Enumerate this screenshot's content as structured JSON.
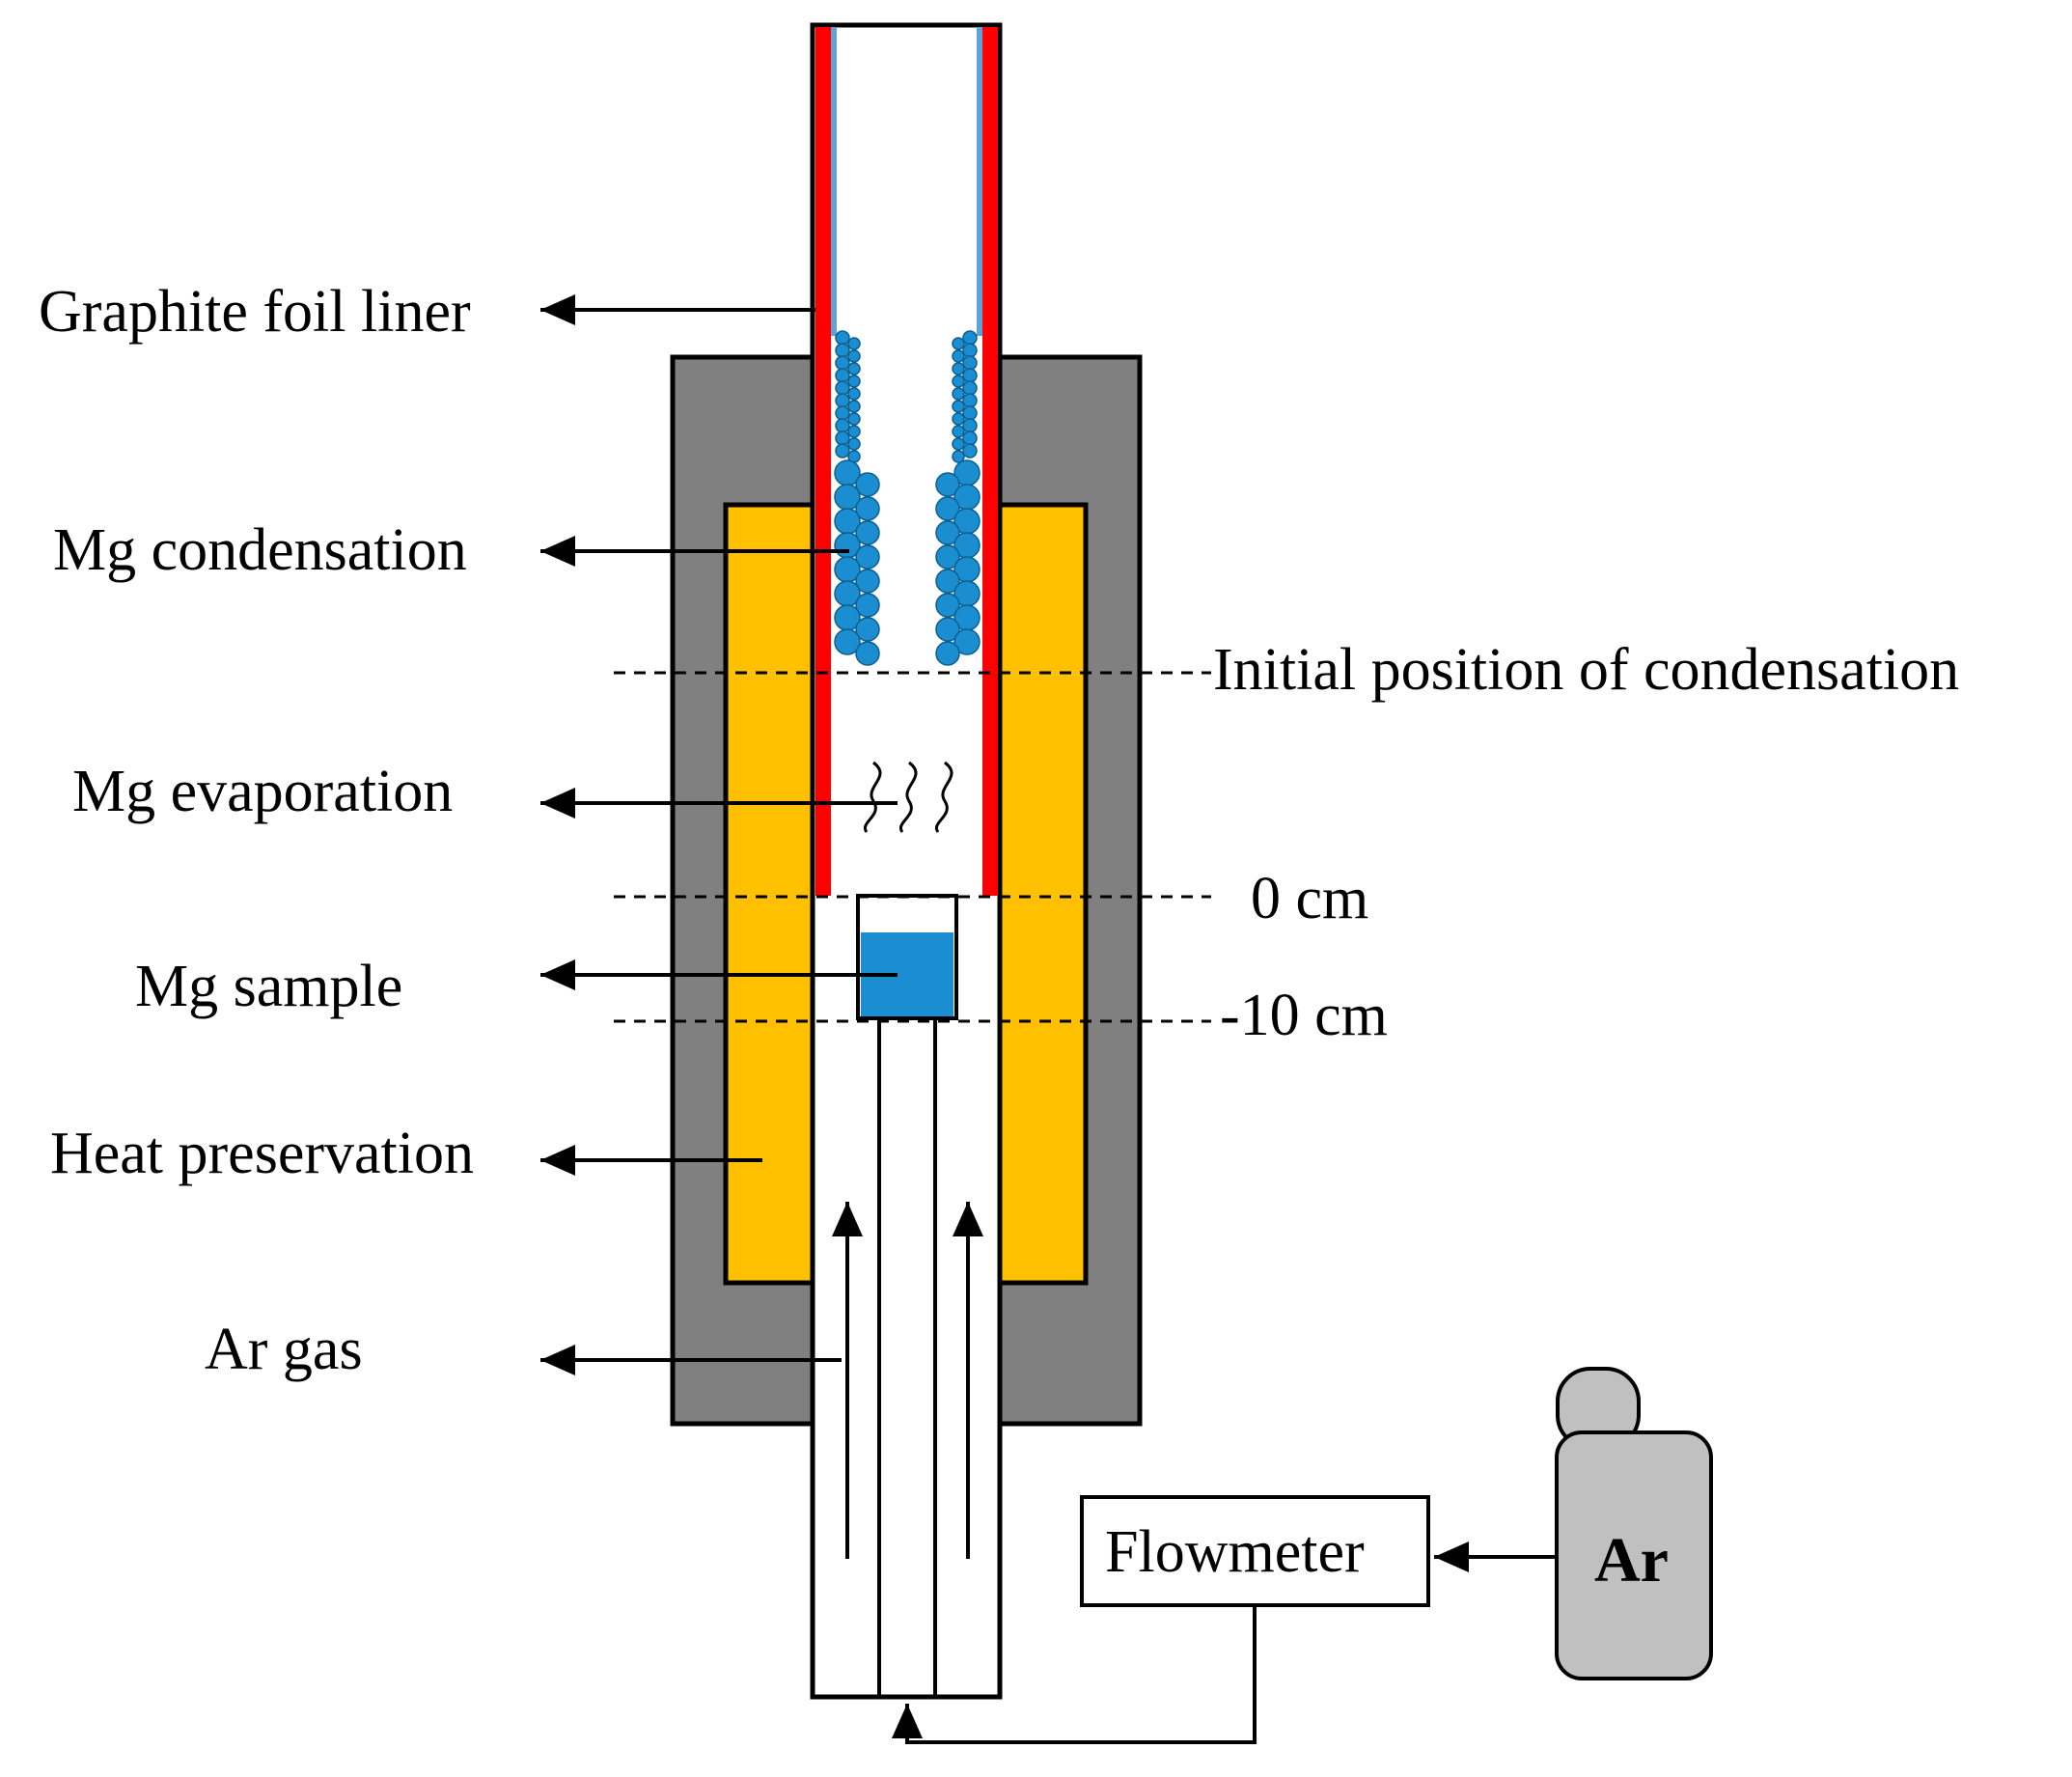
{
  "labels": {
    "graphite_foil_liner": "Graphite foil liner",
    "mg_condensation": "Mg condensation",
    "mg_evaporation": "Mg evaporation",
    "mg_sample": "Mg sample",
    "heat_preservation": "Heat preservation",
    "ar_gas": "Ar gas",
    "initial_position": "Initial position of condensation",
    "zero_cm": "0 cm",
    "minus_ten_cm": "-10 cm",
    "flowmeter": "Flowmeter",
    "ar_cylinder": "Ar"
  },
  "colors": {
    "furnace_outer": "#808080",
    "heat_preservation": "#FFC000",
    "graphite_liner": "#FF0000",
    "inner_lining": "#5BA3D9",
    "mg": "#1A8ED0",
    "ar_cylinder": "#C0C0C0",
    "stroke": "#000000"
  }
}
